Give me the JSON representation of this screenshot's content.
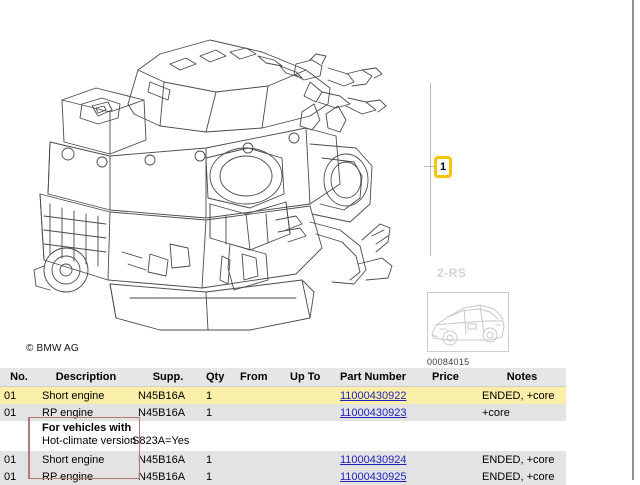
{
  "illustration": {
    "copyright": "© BMW AG",
    "section_label": "2-RS",
    "diagram_id": "00084015",
    "callout_number": "1",
    "car_thumbnail_alt": "car-outline",
    "accent_color": "#f5c400",
    "leader_color": "#b9b9b9"
  },
  "table": {
    "headers": {
      "no": "No.",
      "description": "Description",
      "supp": "Supp.",
      "qty": "Qty",
      "from": "From",
      "up_to": "Up To",
      "part_number": "Part Number",
      "price": "Price",
      "notes": "Notes"
    },
    "rows": [
      {
        "kind": "part",
        "style": "highlight",
        "no": "01",
        "description": "Short engine",
        "supp": "N45B16A",
        "qty": "1",
        "from": "",
        "up_to": "",
        "part_number": "11000430922",
        "price": "",
        "notes": "ENDED, +core"
      },
      {
        "kind": "part",
        "style": "alt",
        "no": "01",
        "description": "RP engine",
        "supp": "N45B16A",
        "qty": "1",
        "from": "",
        "up_to": "",
        "part_number": "11000430923",
        "price": "",
        "notes": "+core"
      },
      {
        "kind": "condition",
        "style": "plain",
        "title": "For vehicles with",
        "subtitle": "Hot-climate version",
        "value": "S823A=Yes"
      },
      {
        "kind": "part",
        "style": "alt",
        "no": "01",
        "description": "Short engine",
        "supp": "N45B16A",
        "qty": "1",
        "from": "",
        "up_to": "",
        "part_number": "11000430924",
        "price": "",
        "notes": "ENDED, +core"
      },
      {
        "kind": "part",
        "style": "alt",
        "no": "01",
        "description": "RP engine",
        "supp": "N45B16A",
        "qty": "1",
        "from": "",
        "up_to": "",
        "part_number": "11000430925",
        "price": "",
        "notes": "ENDED, +core"
      }
    ]
  },
  "colors": {
    "row_highlight": "#faefa8",
    "row_alt": "#e3e3e3",
    "header_bg": "#e6e6e6",
    "link": "#2222bb",
    "bracket": "#b07a7a"
  }
}
